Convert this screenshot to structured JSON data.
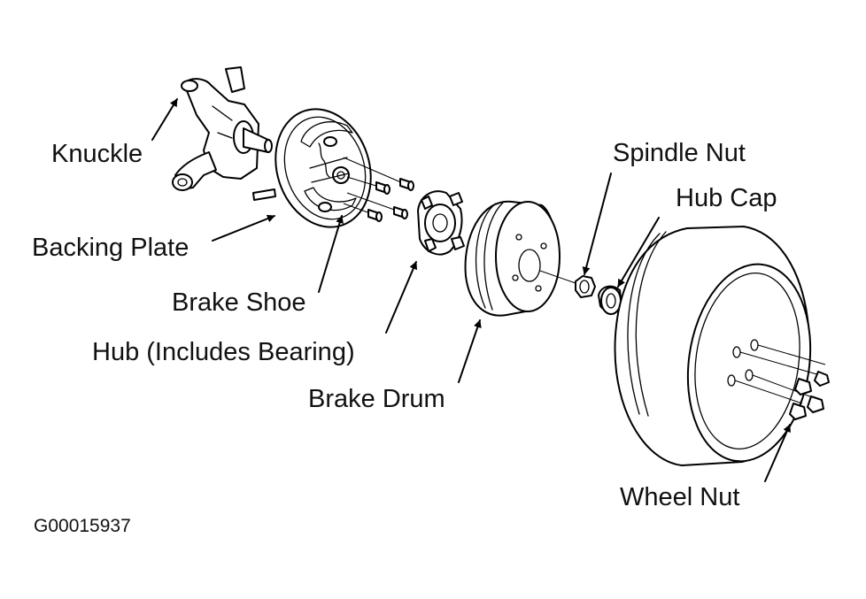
{
  "labels": {
    "knuckle": "Knuckle",
    "backing_plate": "Backing Plate",
    "brake_shoe": "Brake Shoe",
    "hub": "Hub (Includes Bearing)",
    "brake_drum": "Brake Drum",
    "spindle_nut": "Spindle Nut",
    "hub_cap": "Hub Cap",
    "wheel_nut": "Wheel Nut"
  },
  "figure_code": "G00015937",
  "colors": {
    "ink": "#000000",
    "background": "#ffffff"
  }
}
